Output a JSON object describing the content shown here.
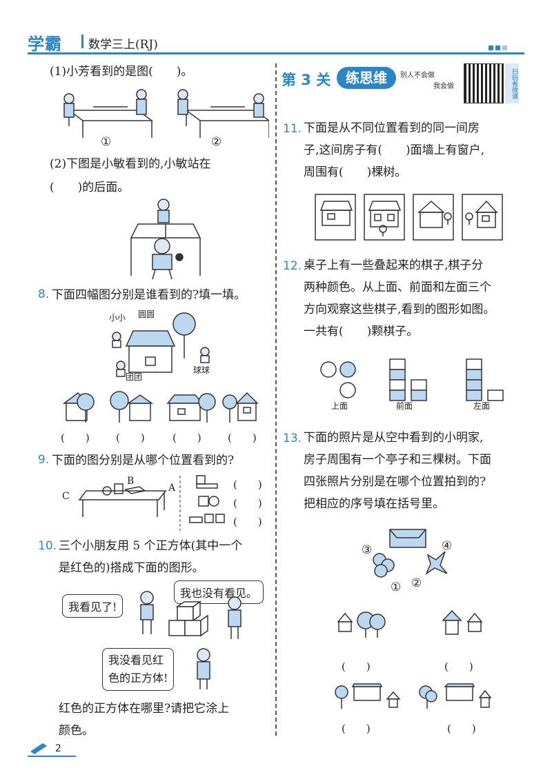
{
  "header": {
    "brand": "学霸",
    "book_title": "数学三上(RJ)"
  },
  "left": {
    "q7_part1": "(1)小芳看到的是图(　　)。",
    "q7_fig_labels": [
      "①",
      "②"
    ],
    "q7_part2_line1": "(2)下图是小敏看到的,小敏站在",
    "q7_part2_line2": "(　　)的后面。",
    "q8_num": "8.",
    "q8_text": "下面四幅图分别是谁看到的?填一填。",
    "q8_names": [
      "小小",
      "圆圆",
      "团团",
      "球球"
    ],
    "q8_blanks": [
      "(　　)",
      "(　　)",
      "(　　)",
      "(　　)"
    ],
    "q9_num": "9.",
    "q9_text": "下面的图分别是从哪个位置看到的?",
    "q9_positions": [
      "B",
      "C",
      "A"
    ],
    "q9_blanks": [
      "(　　)",
      "(　　)",
      "(　　)"
    ],
    "q10_num": "10.",
    "q10_line1": "三个小朋友用 5 个正方体(其中一个",
    "q10_line2": "是红色的)搭成下面的图形。",
    "q10_bubble1": "我看见了!",
    "q10_bubble2": "我也没有看见。",
    "q10_bubble3_line1": "我没看见红",
    "q10_bubble3_line2": "色的正方体!",
    "q10_ask_line1": "红色的正方体在哪里?请把它涂上",
    "q10_ask_line2": "颜色。"
  },
  "right": {
    "level_title": "第 3 关",
    "level_pill": "练思维",
    "level_note1": "别人不会做",
    "level_note2": "我会做",
    "qr_side": "扫码看微课",
    "q11_num": "11.",
    "q11_line1": "下面是从不同位置看到的同一间房",
    "q11_line2": "子,这间房子有(　　)面墙上有窗户,",
    "q11_line3": "周围有(　　)棵树。",
    "q12_num": "12.",
    "q12_line1": "桌子上有一些叠起来的棋子,棋子分",
    "q12_line2": "两种颜色。从上面、前面和左面三个",
    "q12_line3": "方向观察这些棋子,看到的图形如图。",
    "q12_line4": "一共有(　　)颗棋子。",
    "q12_views": [
      "上面",
      "前面",
      "左面"
    ],
    "q13_num": "13.",
    "q13_line1": "下面的照片是从空中看到的小明家,",
    "q13_line2": "房子周围有一个亭子和三棵树。下面",
    "q13_line3": "四张照片分别是在哪个位置拍到的?",
    "q13_line4": "把相应的序号填在括号里。",
    "q13_markers": [
      "③",
      "④",
      "①",
      "②"
    ],
    "q13_blanks": [
      "(　　)",
      "(　　)",
      "(　　)",
      "(　　)"
    ]
  },
  "footer": {
    "page_number": "2"
  },
  "colors": {
    "accent": "#2a86c8",
    "fill_blue": "#bcd7f0"
  }
}
